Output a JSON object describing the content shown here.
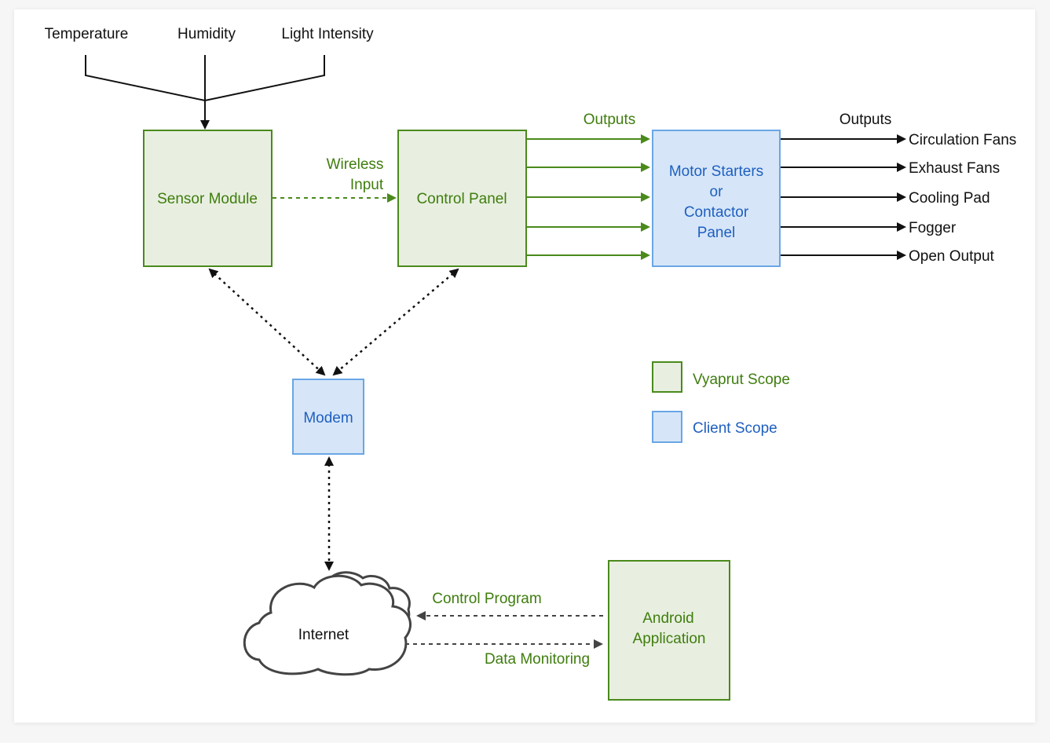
{
  "inputs": {
    "temperature": "Temperature",
    "humidity": "Humidity",
    "light": "Light Intensity"
  },
  "nodes": {
    "sensor_module": "Sensor Module",
    "control_panel": "Control Panel",
    "motor_line1": "Motor Starters",
    "motor_line2": "or",
    "motor_line3": "Contactor",
    "motor_line4": "Panel",
    "modem": "Modem",
    "internet": "Internet",
    "android_line1": "Android",
    "android_line2": "Application"
  },
  "edge_labels": {
    "wireless_line1": "Wireless",
    "wireless_line2": "Input",
    "outputs_green": "Outputs",
    "outputs_black": "Outputs",
    "control_program": "Control Program",
    "data_monitoring": "Data Monitoring"
  },
  "outputs": [
    "Circulation Fans",
    "Exhaust Fans",
    "Cooling Pad",
    "Fogger",
    "Open Output"
  ],
  "legend": {
    "vyaprut": "Vyaprut Scope",
    "client": "Client Scope"
  },
  "colors": {
    "green_fill": "#e8efe0",
    "green_stroke": "#4a8a1c",
    "blue_fill": "#d6e6f8",
    "blue_stroke": "#6aa6e6",
    "green_text": "#3f7d0e",
    "blue_text": "#1f5fbf"
  }
}
